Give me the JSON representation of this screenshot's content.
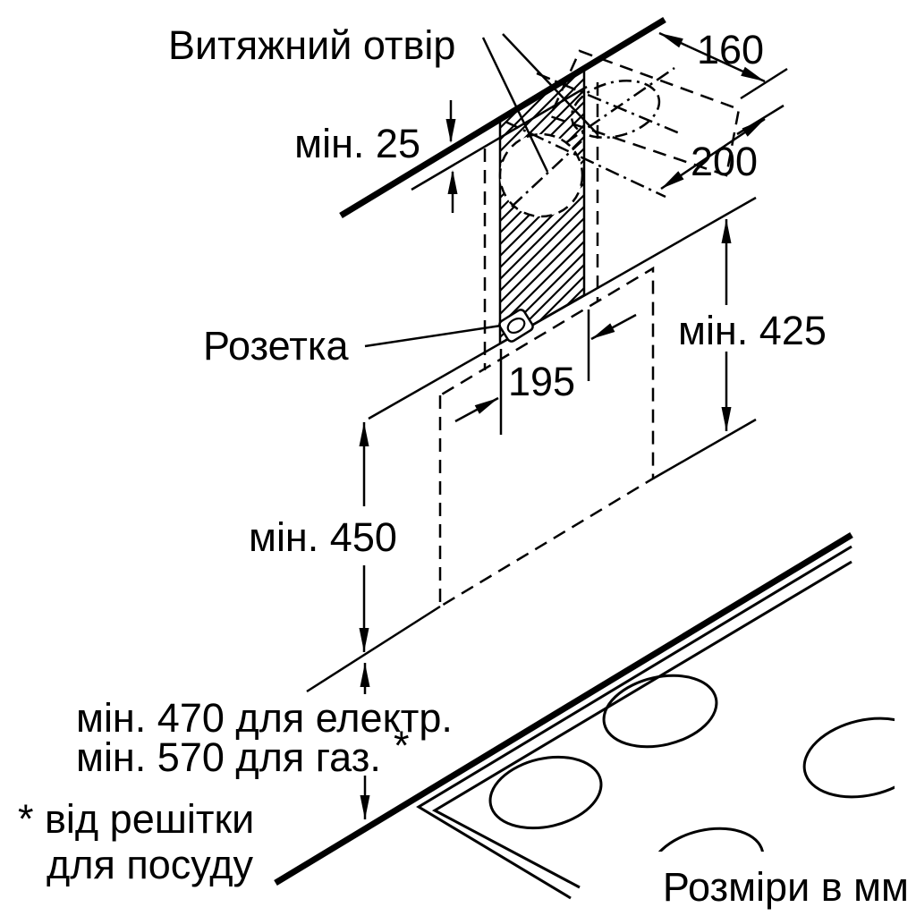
{
  "figure": {
    "units_note": "Розміри в мм",
    "labels": {
      "exhaust_opening": "Витяжний отвір",
      "socket": "Розетка"
    },
    "dimensions": {
      "ceiling_gap": "мін. 25",
      "duct_offset_depth": "160",
      "duct_offset_width": "200",
      "socket_offset": "195",
      "chimney_min_height": "мін. 425",
      "hood_bottom_min": "мін. 450",
      "clearance_electric": "мін. 470 для електр.",
      "clearance_gas": "мін. 570 для газ.",
      "footnote_marker": "*",
      "footnote_line1": "* від решітки",
      "footnote_line2": "для посуду"
    },
    "colors": {
      "ink": "#000000",
      "paper": "#ffffff"
    }
  }
}
